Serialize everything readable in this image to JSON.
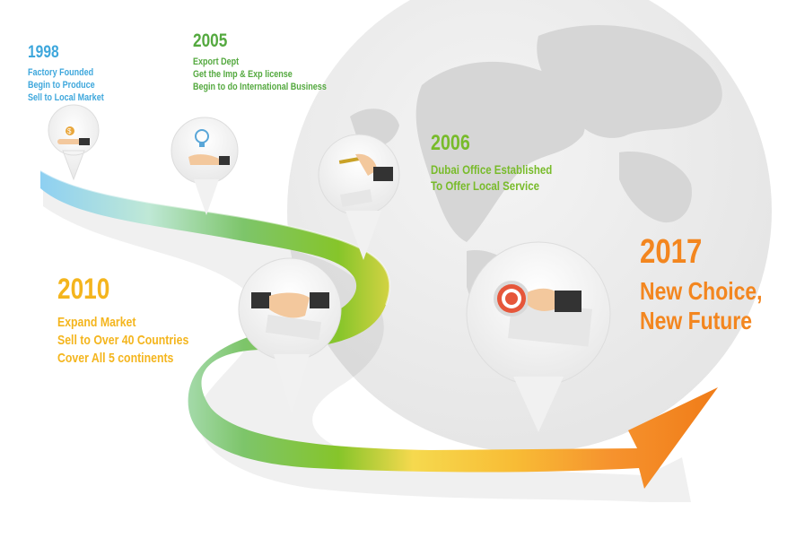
{
  "colors": {
    "blue": "#3ea7dc",
    "green": "#54a93f",
    "lime": "#78bb2a",
    "yellow": "#f4b51d",
    "orange": "#f3861f"
  },
  "milestones": [
    {
      "year": "1998",
      "lines": [
        "Factory Founded",
        "Begin to Produce",
        "Sell to Local Market"
      ],
      "icon": "hand-coins-icon"
    },
    {
      "year": "2005",
      "lines": [
        "Export Dept",
        "Get the Imp & Exp license",
        "Begin to do International Business"
      ],
      "icon": "hand-lightbulb-icon"
    },
    {
      "year": "2006",
      "lines": [
        "Dubai Office Established",
        "To Offer Local Service"
      ],
      "icon": "hand-key-icon"
    },
    {
      "year": "2010",
      "lines": [
        "Expand Market",
        "Sell to Over 40 Countries",
        "Cover All 5 continents"
      ],
      "icon": "handshake-icon"
    },
    {
      "year": "2017",
      "lines": [
        "New Choice,",
        "New Future"
      ],
      "icon": "target-hand-icon"
    }
  ]
}
